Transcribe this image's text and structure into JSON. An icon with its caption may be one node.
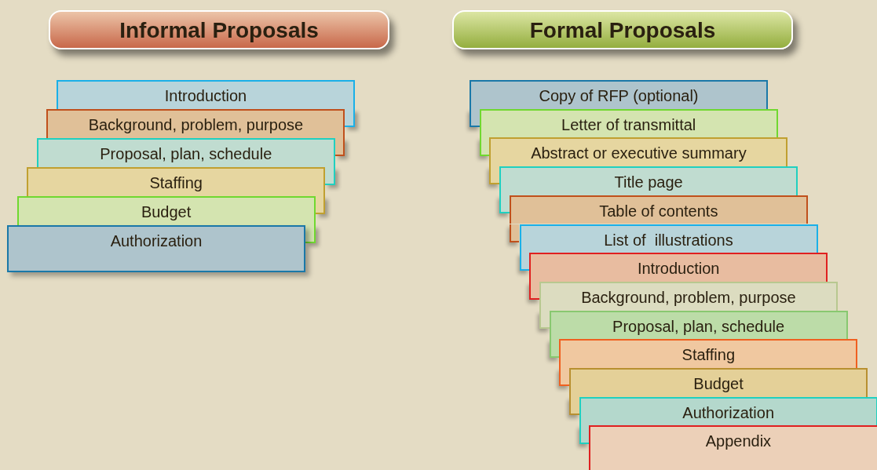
{
  "diagram": {
    "nodes": [
      {
        "text": [
          "Informal Proposals"
        ]
      },
      {
        "text": [
          "Formal Proposals"
        ]
      },
      {
        "text": [
          "Introduction"
        ]
      },
      {
        "text": [
          "Background, problem, purpose"
        ]
      },
      {
        "text": [
          "Proposal, plan, schedule"
        ]
      },
      {
        "text": [
          "Staffing"
        ]
      },
      {
        "text": [
          "Budget"
        ]
      },
      {
        "text": [
          "Authorization"
        ]
      },
      {
        "text": [
          "Copy of RFP (optional)"
        ]
      },
      {
        "text": [
          "Letter of transmittal"
        ]
      },
      {
        "text": [
          "Abstract or executive summary"
        ]
      },
      {
        "text": [
          "Title page"
        ]
      },
      {
        "text": [
          "Table of contents"
        ]
      },
      {
        "text": [
          "List of  illustrations"
        ]
      },
      {
        "text": [
          "Introduction"
        ]
      },
      {
        "text": [
          "Background, problem, purpose"
        ]
      },
      {
        "text": [
          "Proposal, plan, schedule"
        ]
      },
      {
        "text": [
          "Staffing"
        ]
      },
      {
        "text": [
          "Budget"
        ]
      },
      {
        "text": [
          "Authorization"
        ]
      },
      {
        "text": [
          "Appendix"
        ]
      }
    ]
  }
}
